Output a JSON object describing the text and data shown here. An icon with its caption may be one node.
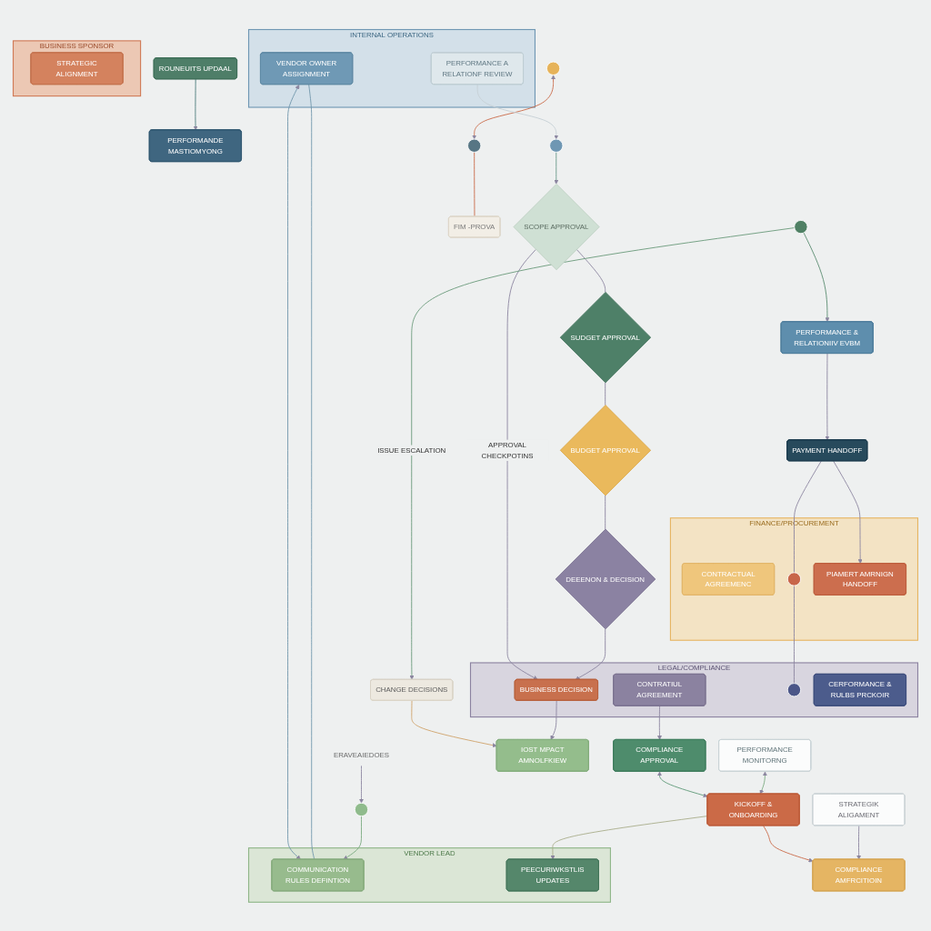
{
  "diagram": {
    "nodes": [
      {
        "text": [
          "INTERNAL OPERATIONS"
        ]
      },
      {
        "text": [
          "VENDOR LEAD"
        ]
      },
      {
        "text": [
          "FINANCE/PROCUREMENT"
        ]
      },
      {
        "text": [
          "LEGAL/COMPLIANCE"
        ]
      },
      {
        "text": [
          "BUSINESS SPONSOR"
        ]
      },
      {
        "text": [
          "VENDOR OWNER ASSIGNMENT"
        ],
        "in": 0
      },
      {
        "text": [
          "COMMUNICATION RULES DEFINTION"
        ],
        "in": 1
      },
      {
        "text": [
          "CONTRACTUAL AGREEMENC"
        ],
        "in": 2
      },
      {
        "text": [
          "CONTRATIUL AGREEMENT"
        ],
        "in": 3
      },
      {
        "text": [
          "STRATEGIC ALIGNMENT"
        ],
        "in": 4
      },
      {
        "text": [],
        "shape": "circle"
      },
      {
        "text": [
          "ERAVEAIEDOES"
        ]
      },
      {
        "text": [
          "COMPLIANCE APPROVAL"
        ]
      },
      {
        "text": [
          "PERFORMANDE MASTIOMYONG"
        ]
      },
      {
        "text": [
          "ROUNEUITS UPDAAL"
        ]
      },
      {
        "text": [
          "STRATEGIK ALIGAMENT"
        ]
      },
      {
        "text": [
          "PERFORMANCE MONITORNG"
        ]
      },
      {
        "text": [
          "KICKOFF & ONBOARDING"
        ]
      },
      {
        "text": [
          "PEECURIWKSTLIS UPDATES"
        ],
        "in": 1
      },
      {
        "text": [
          "COMPLIANCE AMFRCITIOIN"
        ]
      },
      {
        "text": [
          "SCOPE APPROVAL"
        ]
      },
      {
        "text": [
          "SUDGET APPROVAL"
        ]
      },
      {
        "text": [
          "BUDGET APPROVAL"
        ]
      },
      {
        "text": [
          "DEEENON & DECISION"
        ]
      },
      {
        "text": [
          "BUSINESS DECISION"
        ],
        "in": 3
      },
      {
        "text": [],
        "shape": "circle"
      },
      {
        "text": [
          "CHANGE DECISIONS"
        ]
      },
      {
        "text": [],
        "shape": "circle"
      },
      {
        "text": [
          "PERFORMANCE A RELATIONF REVIEW"
        ],
        "in": 0
      },
      {
        "text": [],
        "shape": "circle"
      },
      {
        "text": [
          "IOST MPACT AMNOLFKIEW"
        ]
      },
      {
        "text": [],
        "shape": "circle"
      },
      {
        "text": [
          "FIM -PROVA"
        ]
      },
      {
        "text": [
          "PERFORMANCE & RELATIONIIV EVBM"
        ]
      },
      {
        "text": [
          "PAYMENT HANDOFF"
        ]
      },
      {
        "text": [],
        "shape": "circle",
        "in": 2
      },
      {
        "text": [],
        "shape": "circle",
        "in": 3
      },
      {
        "text": [
          "PIAMERT AMRNIGN HANDOFF"
        ],
        "in": 2
      },
      {
        "text": [
          "CERFORMANCE & RULBS PRCKOIR"
        ],
        "in": 3
      }
    ],
    "edges": [
      {
        "from": 5,
        "to": 6,
        "arrow": "both",
        "color": "#7196ab"
      },
      {
        "from": 5,
        "to": 6,
        "arrow": "none",
        "color": "#7196ab"
      },
      {
        "from": 10,
        "to": 6,
        "arrow": "to",
        "color": "#7aaa80"
      },
      {
        "from": 11,
        "to": 10,
        "arrow": "to"
      },
      {
        "from": 14,
        "to": 13,
        "arrow": "to",
        "color": "#4a7a7a"
      },
      {
        "from": 8,
        "to": 12,
        "arrow": "to"
      },
      {
        "from": 12,
        "to": 17,
        "arrow": "both",
        "color": "#5f9a78"
      },
      {
        "from": 16,
        "to": 17,
        "arrow": "both",
        "color": "#7aaa80"
      },
      {
        "from": 17,
        "to": 18,
        "arrow": "to",
        "color": "#a8ad8a"
      },
      {
        "from": 17,
        "to": 19,
        "arrow": "to",
        "color": "#c96a48"
      },
      {
        "from": 15,
        "to": 19,
        "arrow": "to"
      },
      {
        "from": 20,
        "to": 24,
        "arrow": "to",
        "label": "APPROVAL CHECKPOTINS"
      },
      {
        "from": 20,
        "to": 21,
        "arrow": "none"
      },
      {
        "from": 21,
        "to": 22,
        "arrow": "none"
      },
      {
        "from": 22,
        "to": 23,
        "arrow": "none"
      },
      {
        "from": 23,
        "to": 24,
        "arrow": "to"
      },
      {
        "from": 25,
        "to": 26,
        "arrow": "to",
        "label": "ISSUE ESCALATION",
        "color": "#6a9a7a"
      },
      {
        "from": 25,
        "to": 33,
        "arrow": "to",
        "color": "#5a8c70"
      },
      {
        "from": 27,
        "to": 31,
        "arrow": "both",
        "color": "#c96a48"
      },
      {
        "from": 26,
        "to": 30,
        "arrow": "to",
        "color": "#cfa36a"
      },
      {
        "from": 24,
        "to": 30,
        "arrow": "to"
      },
      {
        "from": 28,
        "to": 29,
        "arrow": "to",
        "color": "#c5cfd5"
      },
      {
        "from": 29,
        "to": 20,
        "arrow": "to",
        "color": "#6a9a8a"
      },
      {
        "from": 31,
        "to": 32,
        "arrow": "none",
        "color": "#c96a48"
      },
      {
        "from": 33,
        "to": 34,
        "arrow": "to"
      },
      {
        "from": 34,
        "to": 35,
        "arrow": "none"
      },
      {
        "from": 35,
        "to": 36,
        "arrow": "none"
      },
      {
        "from": 34,
        "to": 37,
        "arrow": "to"
      }
    ]
  }
}
